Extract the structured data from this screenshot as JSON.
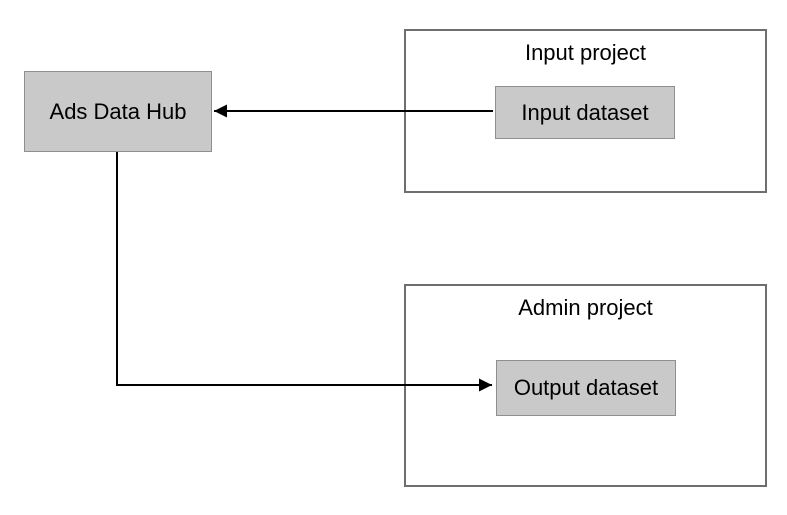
{
  "nodes": {
    "ads_data_hub": {
      "label": "Ads Data Hub"
    },
    "input_project": {
      "label": "Input project"
    },
    "input_dataset": {
      "label": "Input dataset"
    },
    "admin_project": {
      "label": "Admin project"
    },
    "output_dataset": {
      "label": "Output dataset"
    }
  },
  "edges": [
    {
      "from": "Input dataset",
      "to": "Ads Data Hub",
      "style": "straight-arrow-left"
    },
    {
      "from": "Ads Data Hub",
      "to": "Output dataset",
      "style": "elbow-arrow-right"
    }
  ],
  "colors": {
    "background": "#ffffff",
    "node_fill": "#c9c9c9",
    "node_border": "#8f8f8f",
    "project_fill": "#ffffff",
    "project_border": "#6e6e6e",
    "connector": "#000000",
    "text": "#000000"
  }
}
